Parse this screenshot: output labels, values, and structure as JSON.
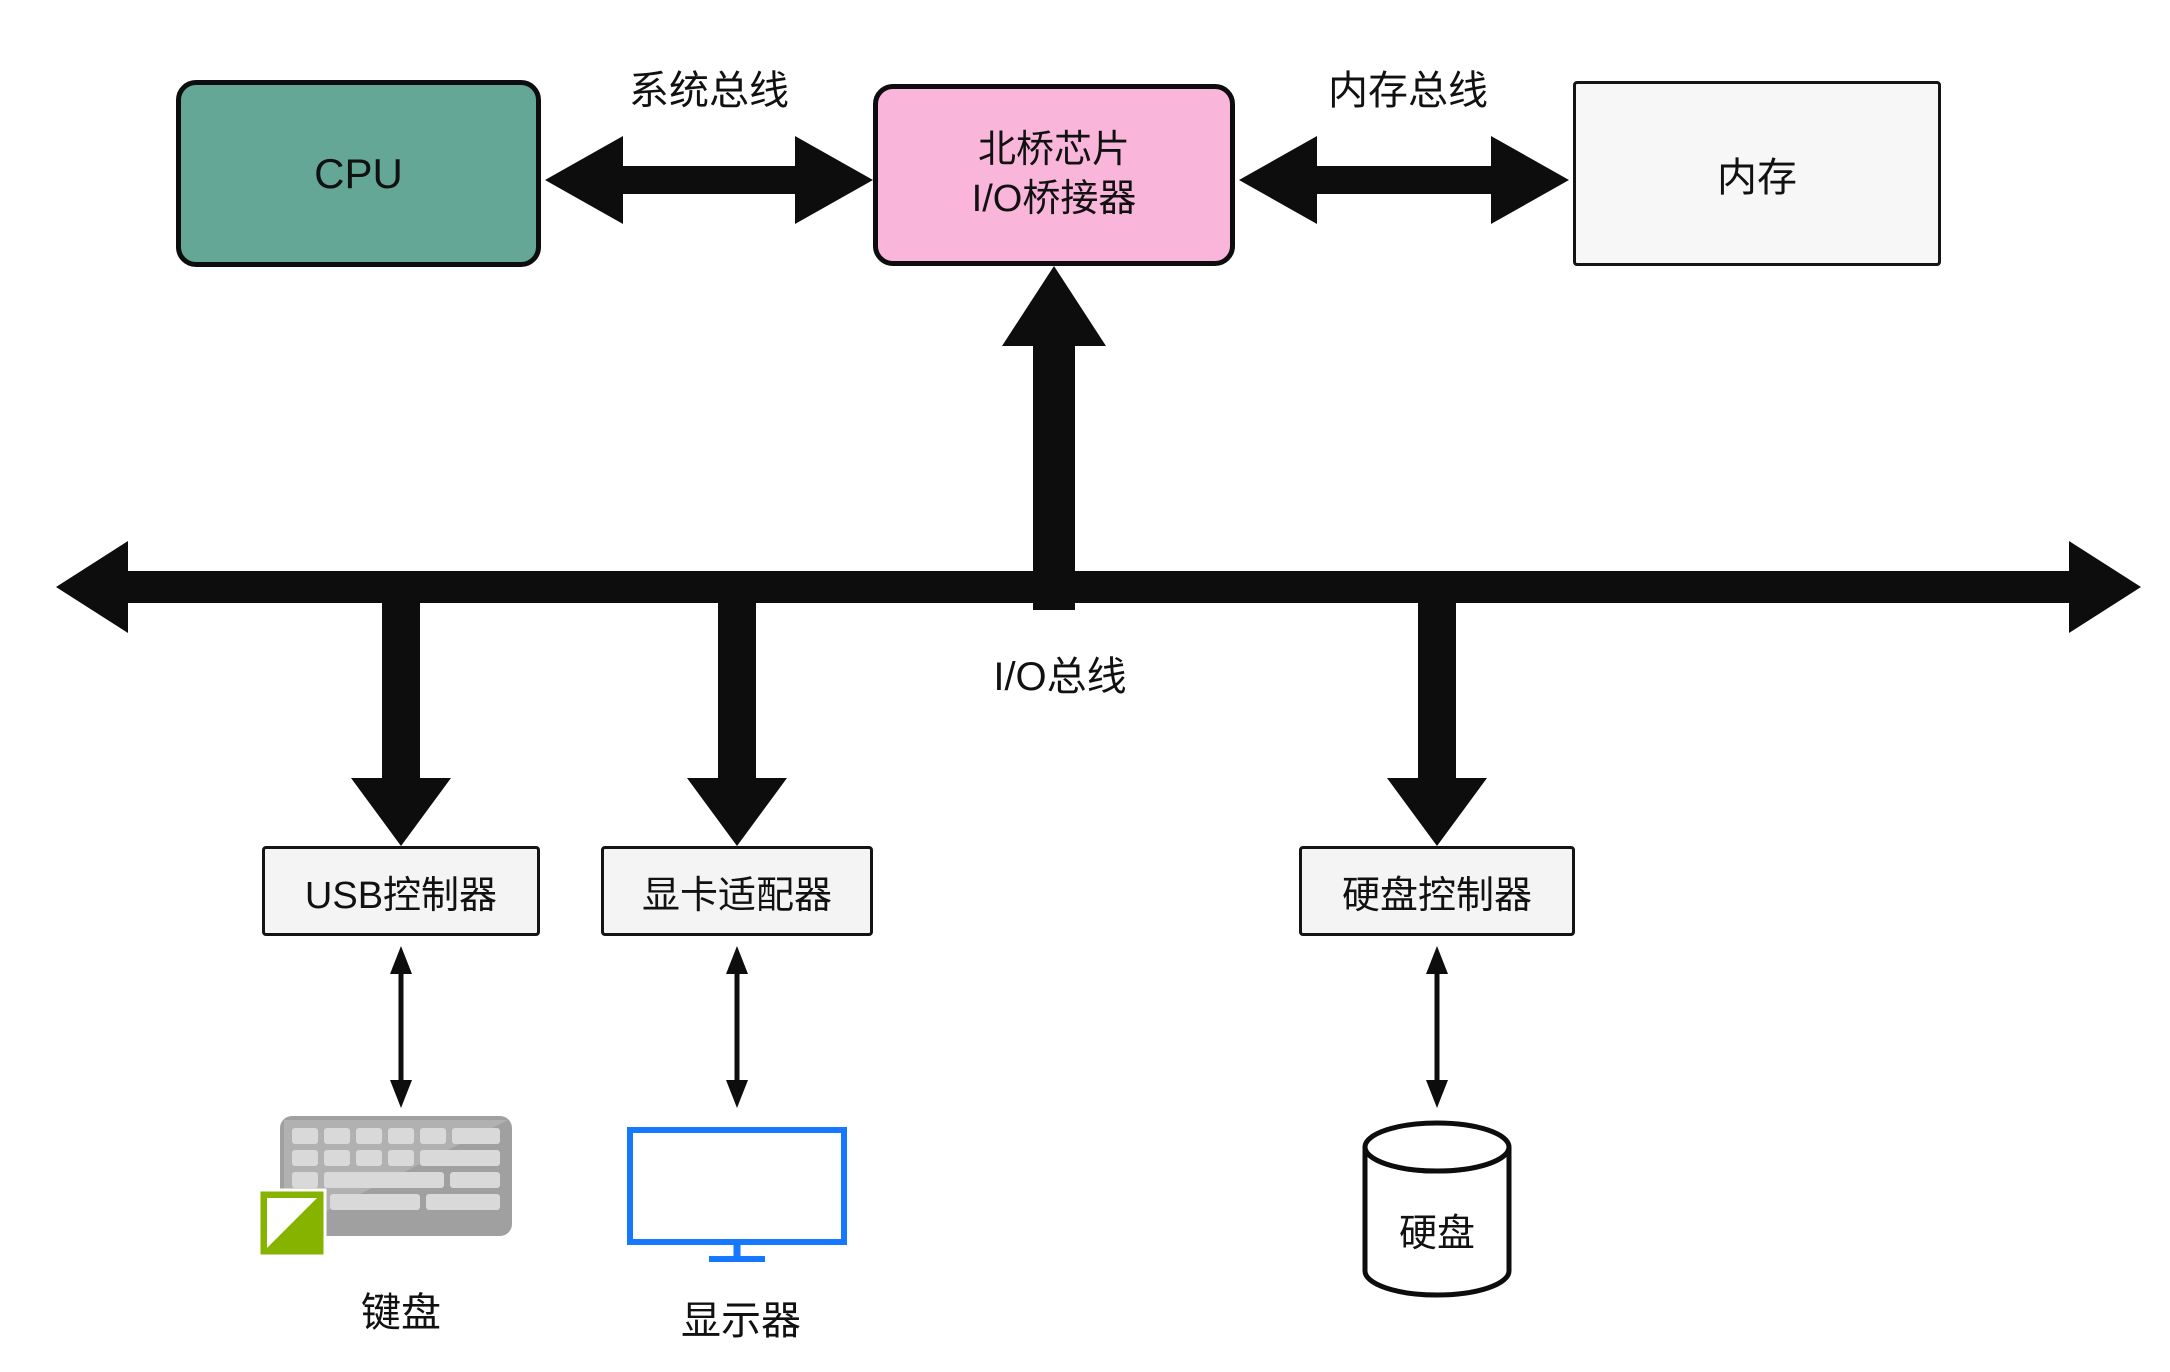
{
  "diagram": {
    "cpu_label": "CPU",
    "northbridge_line1": "北桥芯片",
    "northbridge_line2": "I/O桥接器",
    "memory_label": "内存",
    "system_bus_label": "系统总线",
    "memory_bus_label": "内存总线",
    "io_bus_label": "I/O总线",
    "usb_controller_label": "USB控制器",
    "graphics_adapter_label": "显卡适配器",
    "disk_controller_label": "硬盘控制器",
    "keyboard_label": "键盘",
    "monitor_label": "显示器",
    "disk_label": "硬盘"
  },
  "colors": {
    "cpu_fill": "#64a796",
    "northbridge_fill": "#f9b6da",
    "memory_fill": "#f7f7f7",
    "controller_fill": "#f4f4f4",
    "monitor_stroke": "#1677ff",
    "keyboard_green": "#86b300"
  }
}
